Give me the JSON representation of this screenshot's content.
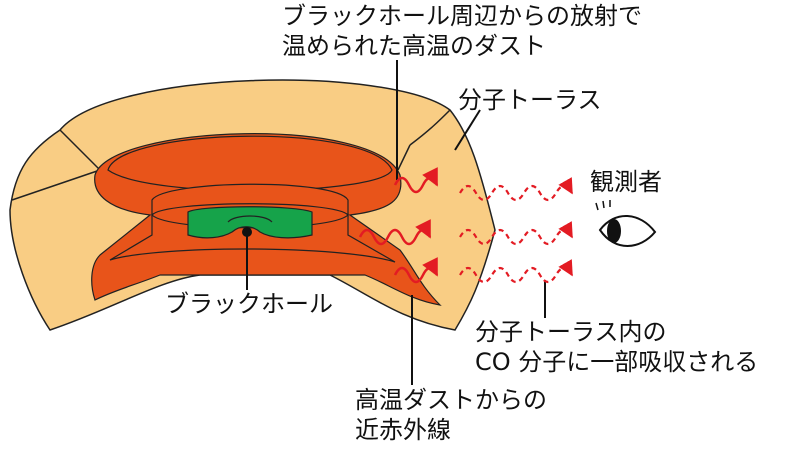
{
  "labels": {
    "hot_dust_line1": "ブラックホール周辺からの放射で",
    "hot_dust_line2": "温められた高温のダスト",
    "torus": "分子トーラス",
    "observer": "観測者",
    "black_hole": "ブラックホール",
    "absorb_line1": "分子トーラス内の",
    "absorb_line2": "CO 分子に一部吸収される",
    "nir_line1": "高温ダストからの",
    "nir_line2": "近赤外線"
  },
  "colors": {
    "torus_fill": "#f9cd84",
    "hot_dust": "#e8541a",
    "hot_dust_dark": "#d44a12",
    "disk": "#16a34a",
    "wave": "#e31b23",
    "outline": "#222222"
  },
  "icons": {
    "eye": "eye-icon",
    "black_hole": "black-hole-dot"
  }
}
